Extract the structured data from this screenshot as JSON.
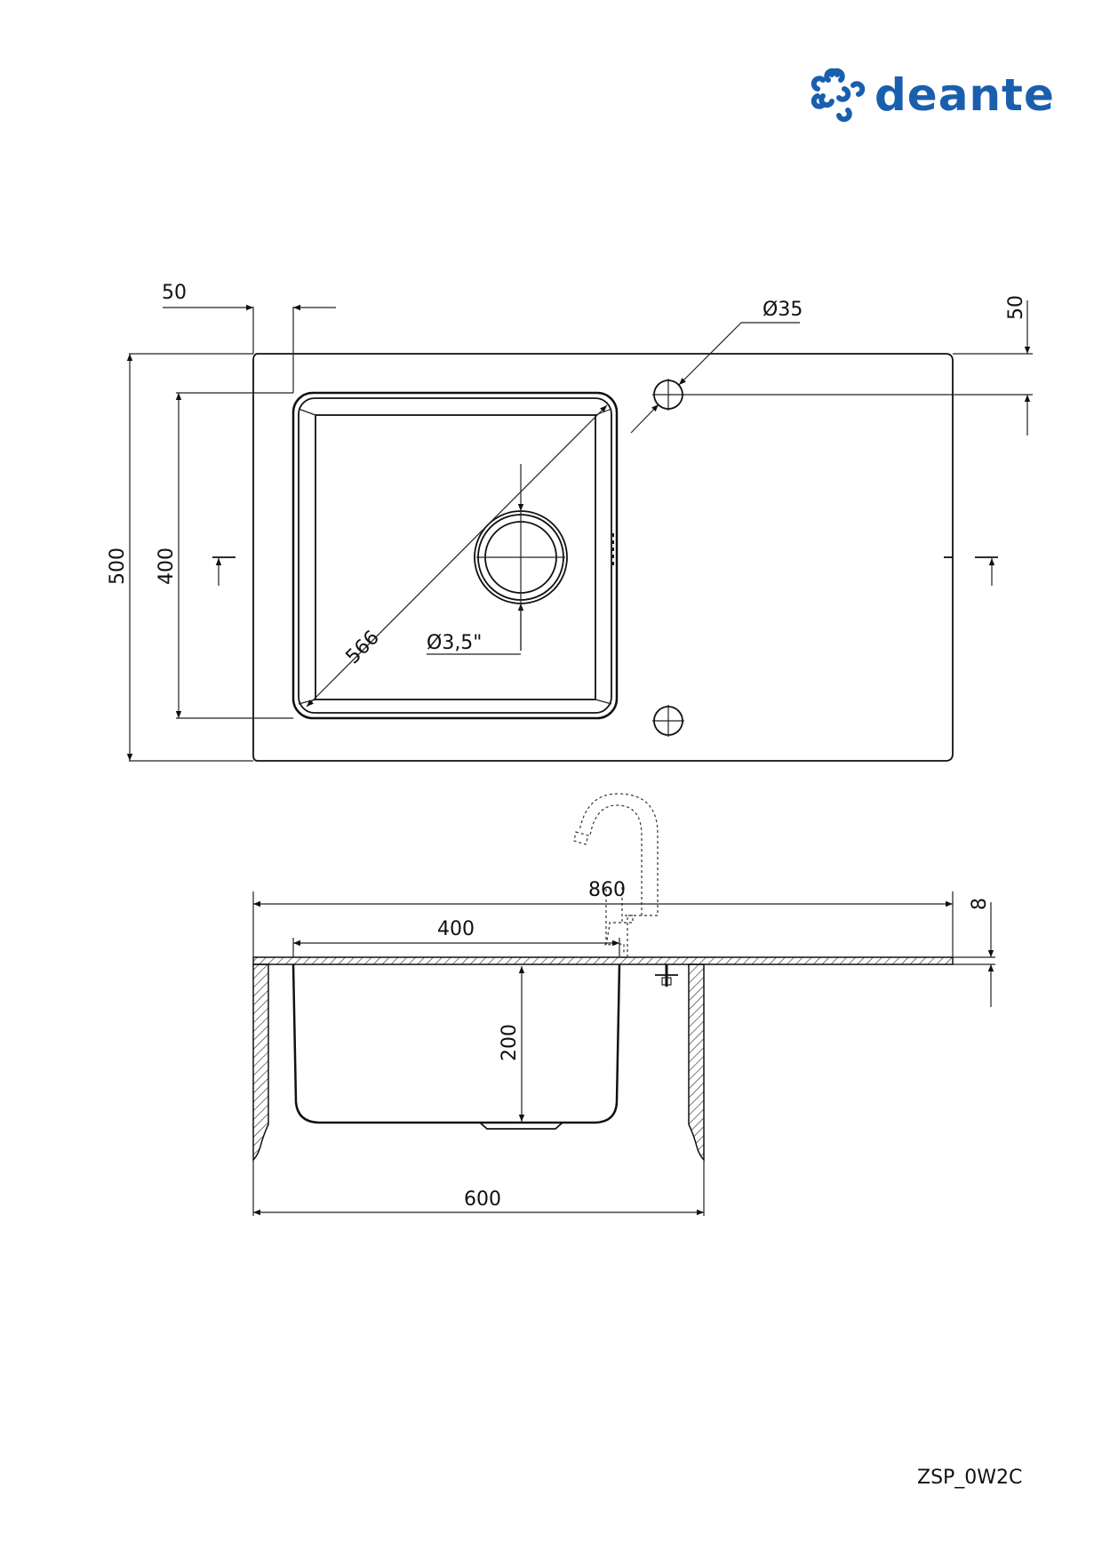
{
  "brand": {
    "name": "deante",
    "color": "#1a5fae",
    "icon": "deante-logo-icon"
  },
  "drawing": {
    "product_code": "ZSP_0W2C",
    "plan_view": {
      "dim_tap_offset_x": "50",
      "dim_tap_hole_diameter": "Ø35",
      "dim_tap_offset_y": "50",
      "dim_total_depth": "500",
      "dim_bowl_depth": "400",
      "dim_diagonal": "566",
      "dim_drain_diameter": "Ø3,5\""
    },
    "section_view": {
      "dim_total_width": "860",
      "dim_bowl_width": "400",
      "dim_thickness": "8",
      "dim_bowl_height": "200",
      "dim_cabinet_width": "600"
    }
  }
}
